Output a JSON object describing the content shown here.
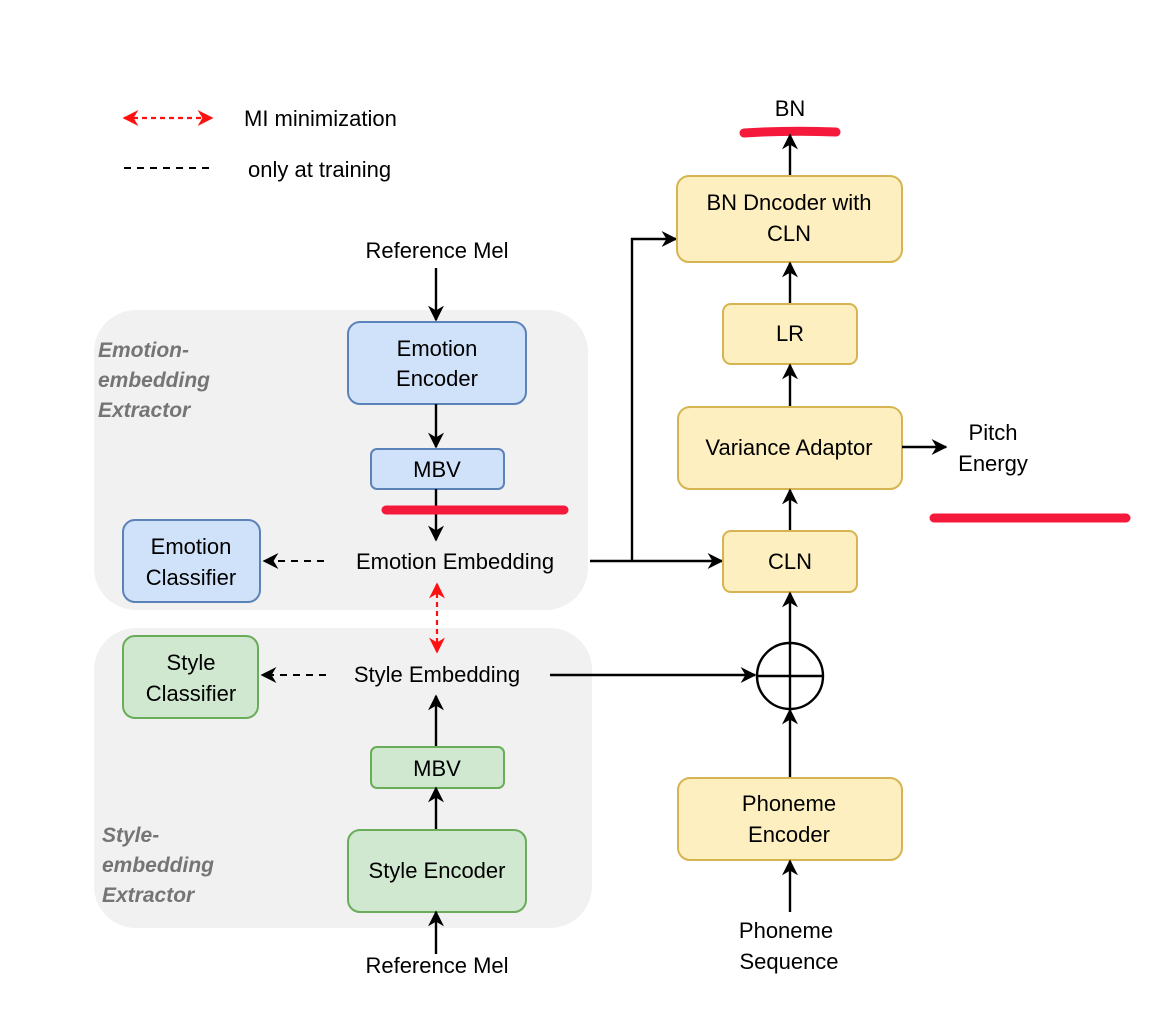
{
  "legend": {
    "mi_label": "MI minimization",
    "training_label": "only at training"
  },
  "regions": {
    "emotion_extractor": [
      "Emotion-",
      "embedding",
      "Extractor"
    ],
    "style_extractor": [
      "Style-",
      "embedding",
      "Extractor"
    ]
  },
  "nodes": {
    "ref_mel_top": "Reference Mel",
    "ref_mel_bottom": "Reference Mel",
    "emotion_encoder": [
      "Emotion",
      "Encoder"
    ],
    "mbv_emotion": "MBV",
    "emotion_embedding": "Emotion Embedding",
    "emotion_classifier": [
      "Emotion",
      "Classifier"
    ],
    "style_classifier": [
      "Style",
      "Classifier"
    ],
    "style_embedding": "Style Embedding",
    "mbv_style": "MBV",
    "style_encoder": "Style Encoder",
    "bn_output": "BN",
    "bn_decoder": [
      "BN Dncoder with",
      "CLN"
    ],
    "lr": "LR",
    "variance_adaptor": "Variance Adaptor",
    "pitch_energy": [
      "Pitch",
      "Energy"
    ],
    "cln": "CLN",
    "phoneme_encoder": [
      "Phoneme",
      "Encoder"
    ],
    "phoneme_sequence": [
      "Phoneme",
      "Sequence"
    ]
  },
  "colors": {
    "emotion_boxes": "#d0e2fa",
    "style_boxes": "#cfe8cf",
    "main_path_boxes": "#fdefc0",
    "region_background": "#f1f1f1",
    "mi_arrow": "#ff1010",
    "red_marks": "#f5193c"
  }
}
